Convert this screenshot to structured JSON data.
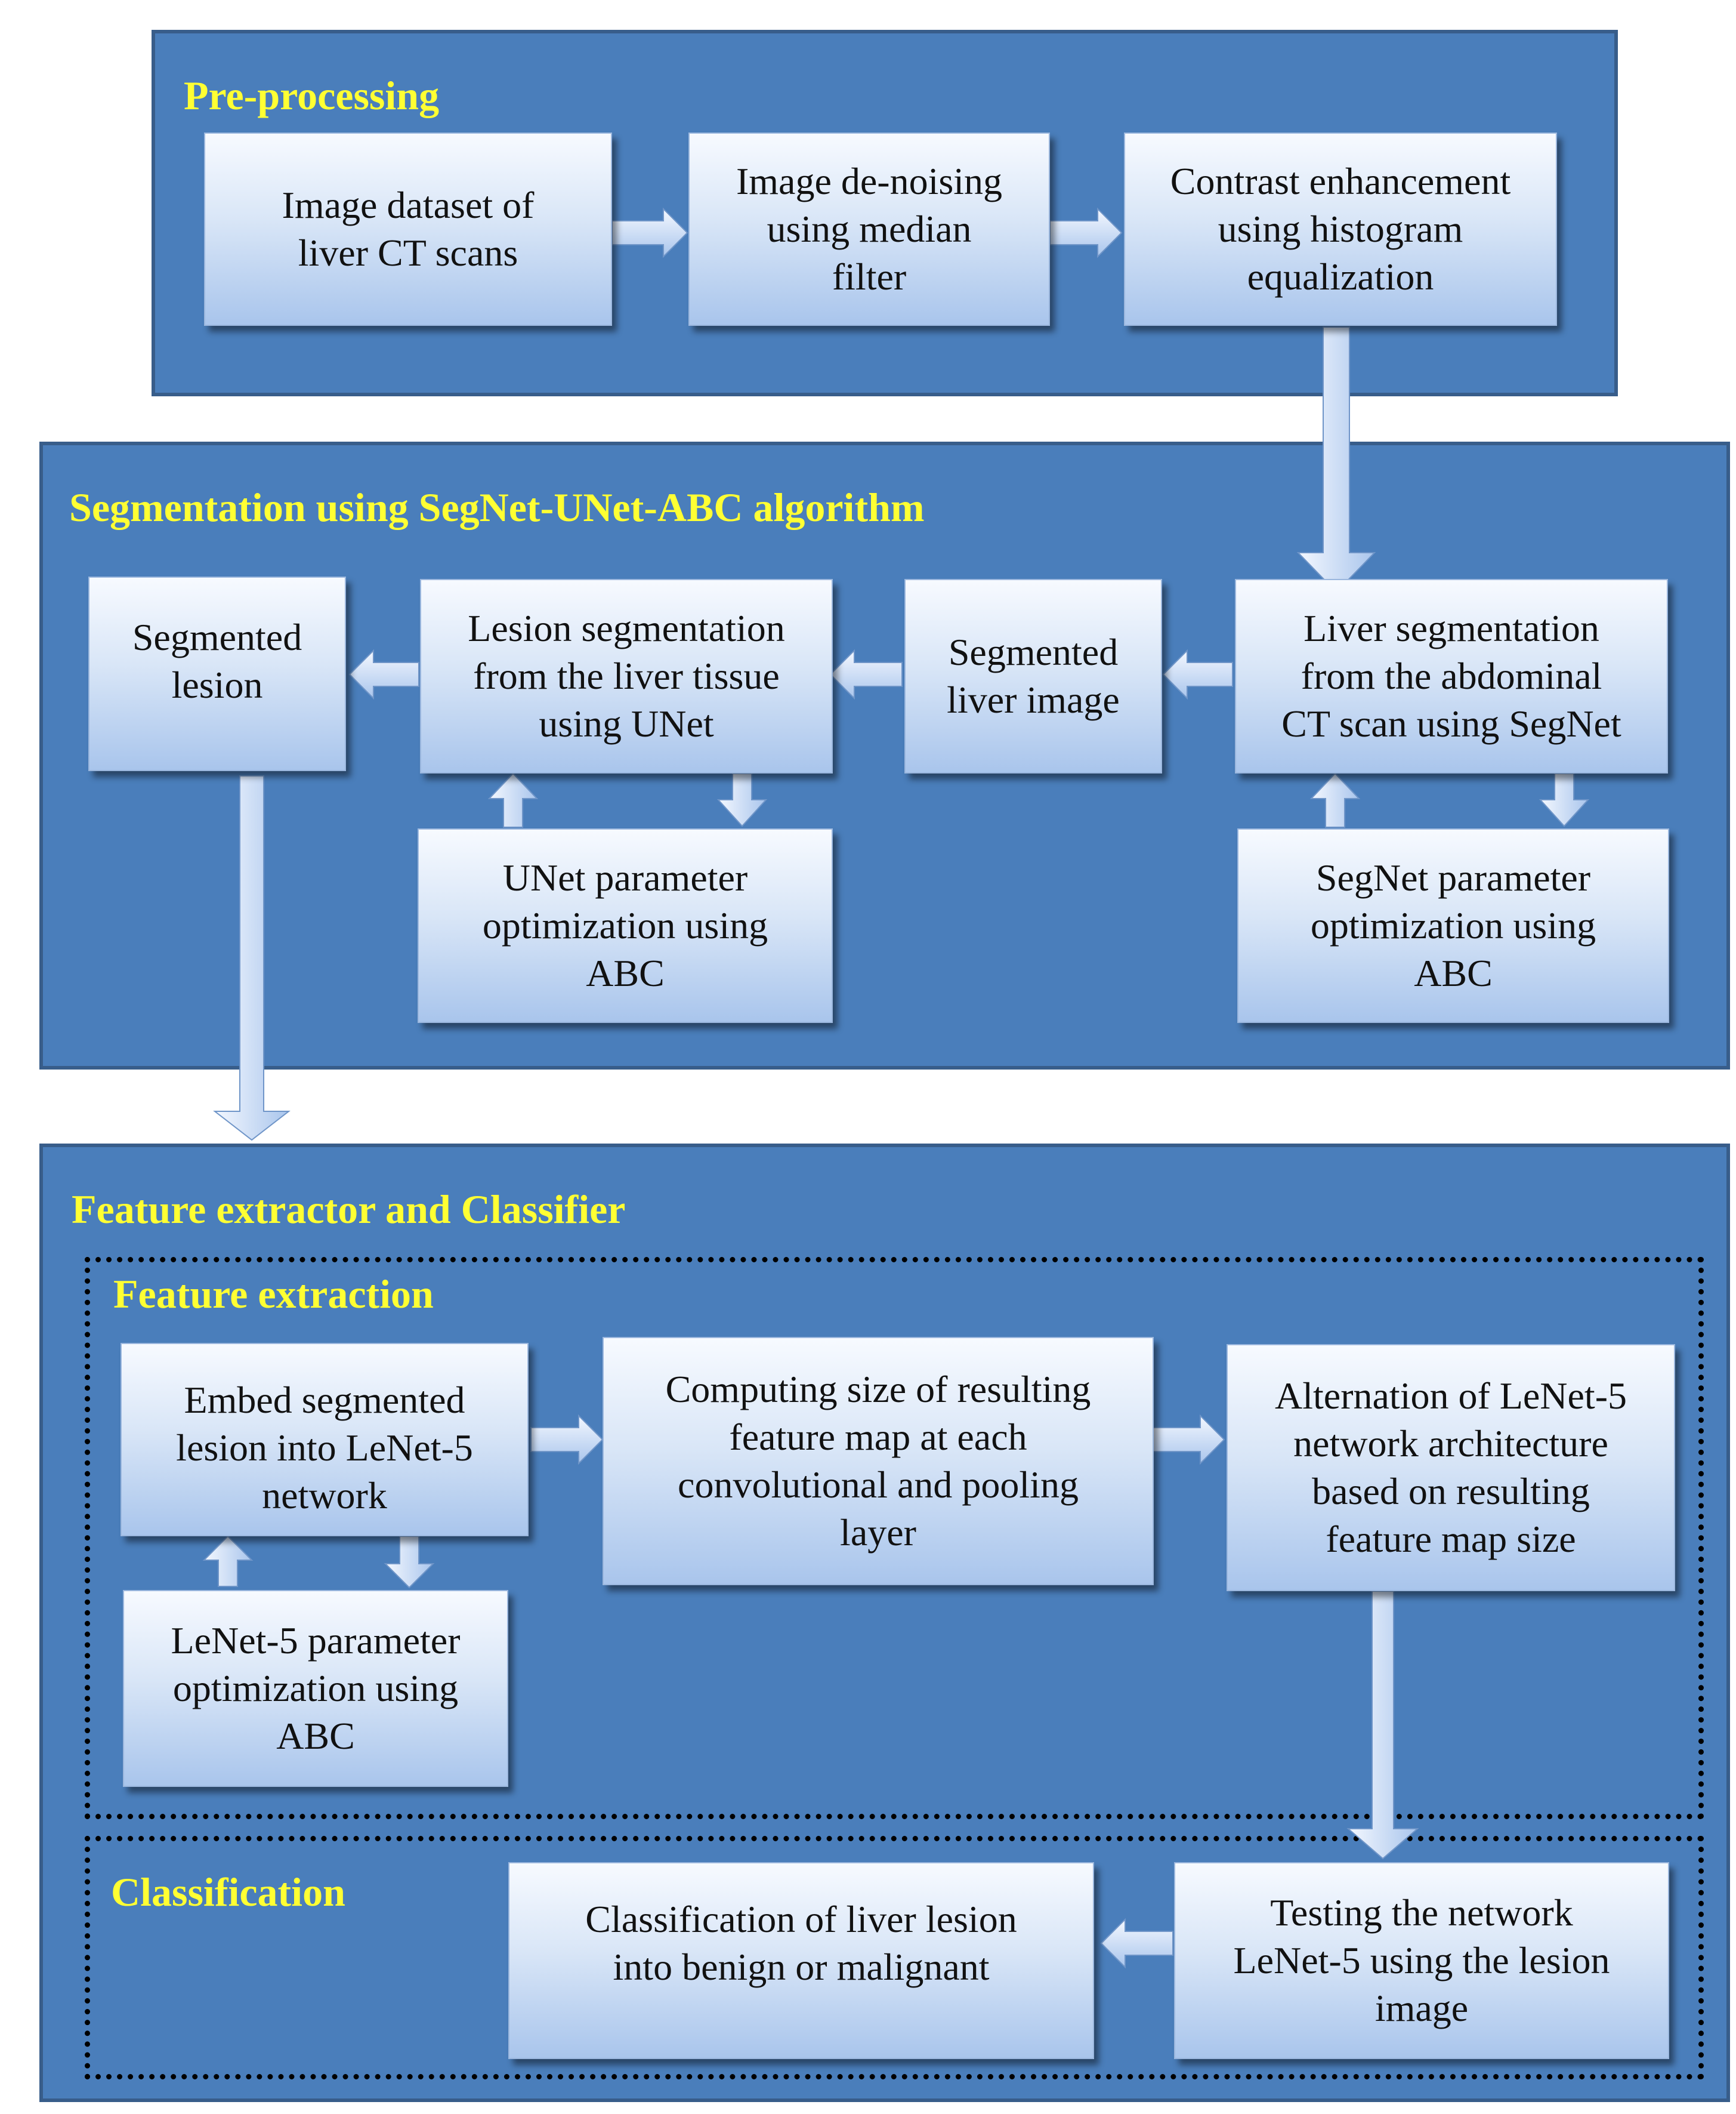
{
  "sections": {
    "preprocessing": "Pre-processing",
    "segmentation": "Segmentation using SegNet-UNet-ABC algorithm",
    "feature_classifier": "Feature extractor and Classifier",
    "feature_extraction": "Feature extraction",
    "classification": "Classification"
  },
  "boxes": {
    "dataset": "Image dataset of\nliver CT scans",
    "denoising": "Image de-noising\nusing median\nfilter",
    "contrast": "Contrast enhancement\nusing histogram\nequalization",
    "liver_seg": "Liver segmentation\nfrom the abdominal\nCT scan using SegNet",
    "segmented_liver": "Segmented\nliver image",
    "lesion_seg": "Lesion segmentation\nfrom the liver tissue\nusing UNet",
    "segmented_lesion": "Segmented\nlesion",
    "unet_opt": "UNet parameter\noptimization using\nABC",
    "segnet_opt": "SegNet parameter\noptimization using\nABC",
    "embed": "Embed segmented\nlesion into LeNet-5\nnetwork",
    "computing": "Computing size of resulting\nfeature map at each\nconvolutional and pooling\nlayer",
    "alternation": "Alternation of LeNet-5\nnetwork architecture\nbased on resulting\nfeature map size",
    "lenet_opt": "LeNet-5 parameter\noptimization using\nABC",
    "testing": "Testing the network\nLeNet-5 using the lesion\nimage",
    "classify": "Classification of liver lesion\ninto benign or malignant"
  },
  "colors": {
    "panel": "#4a7ebb",
    "panel_border": "#385d8a",
    "title": "#ffff33",
    "box_top": "#f7faff",
    "box_bottom": "#a9c5ec"
  }
}
